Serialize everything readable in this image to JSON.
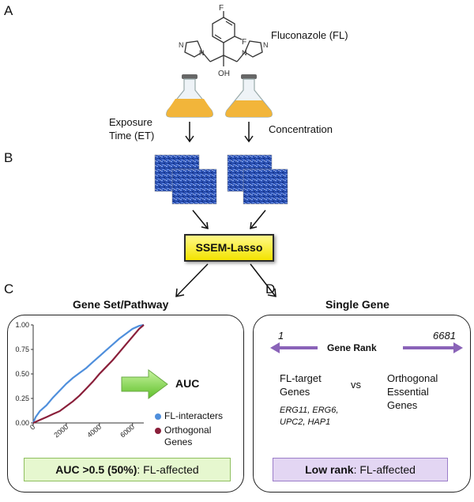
{
  "panel_letters": {
    "a": "A",
    "b": "B",
    "c": "C",
    "d": "D"
  },
  "panel_a": {
    "drug_label": "Fluconazole (FL)",
    "atom_f": "F",
    "atom_n": "N",
    "atom_oh": "OH",
    "exposure_line1": "Exposure",
    "exposure_line2": "Time (ET)",
    "concentration": "Concentration"
  },
  "method": {
    "label": "SSEM-Lasso"
  },
  "panel_c": {
    "title": "Gene Set/Pathway",
    "auc_label": "AUC",
    "footer_bold": "AUC >0.5 (50%)",
    "footer_rest": ": FL-affected",
    "legend": [
      {
        "label": "FL-interacters",
        "color": "#4f8fdc"
      },
      {
        "label": "Orthogonal",
        "label2": "Genes",
        "color": "#8a1f3a"
      }
    ]
  },
  "panel_d": {
    "title": "Single Gene",
    "rank_start": "1",
    "rank_end": "6681",
    "rank_label": "Gene Rank",
    "left_line1": "FL-target",
    "left_line2": "Genes",
    "vs": "vs",
    "right_line1": "Orthogonal",
    "right_line2": "Essential",
    "right_line3": "Genes",
    "genes_line1": "ERG11, ERG6,",
    "genes_line2": "UPC2, HAP1",
    "footer_bold": "Low rank",
    "footer_rest": ": FL-affected"
  },
  "colors": {
    "flask_liquid": "#f2b53a",
    "arrow_green": "#7ed84a",
    "arrow_purple": "#8a63b8",
    "heatmap_blue": "#2a4fb0"
  },
  "chart_data": {
    "type": "line",
    "title": "",
    "xlabel": "",
    "ylabel": "",
    "xlim": [
      0,
      6681
    ],
    "ylim": [
      0,
      1
    ],
    "x_ticks": [
      "0",
      "2000",
      "4000",
      "6000"
    ],
    "y_ticks": [
      "0.00",
      "0.25",
      "0.50",
      "0.75",
      "1.00"
    ],
    "series": [
      {
        "name": "FL-interacters",
        "color": "#4f8fdc",
        "points": [
          [
            0,
            0
          ],
          [
            150,
            0.06
          ],
          [
            400,
            0.12
          ],
          [
            800,
            0.18
          ],
          [
            1200,
            0.26
          ],
          [
            1600,
            0.33
          ],
          [
            2000,
            0.4
          ],
          [
            2400,
            0.46
          ],
          [
            2800,
            0.51
          ],
          [
            3200,
            0.56
          ],
          [
            3600,
            0.62
          ],
          [
            4000,
            0.68
          ],
          [
            4400,
            0.74
          ],
          [
            4800,
            0.8
          ],
          [
            5200,
            0.86
          ],
          [
            5600,
            0.91
          ],
          [
            6000,
            0.96
          ],
          [
            6400,
            0.99
          ],
          [
            6681,
            1.0
          ]
        ]
      },
      {
        "name": "Orthogonal Genes",
        "color": "#8a1f3a",
        "points": [
          [
            0,
            0
          ],
          [
            400,
            0.03
          ],
          [
            800,
            0.06
          ],
          [
            1200,
            0.09
          ],
          [
            1600,
            0.12
          ],
          [
            2000,
            0.17
          ],
          [
            2400,
            0.22
          ],
          [
            2800,
            0.28
          ],
          [
            3200,
            0.35
          ],
          [
            3600,
            0.42
          ],
          [
            4000,
            0.5
          ],
          [
            4400,
            0.57
          ],
          [
            4800,
            0.64
          ],
          [
            5200,
            0.72
          ],
          [
            5600,
            0.8
          ],
          [
            6000,
            0.88
          ],
          [
            6400,
            0.96
          ],
          [
            6681,
            1.0
          ]
        ]
      }
    ]
  }
}
